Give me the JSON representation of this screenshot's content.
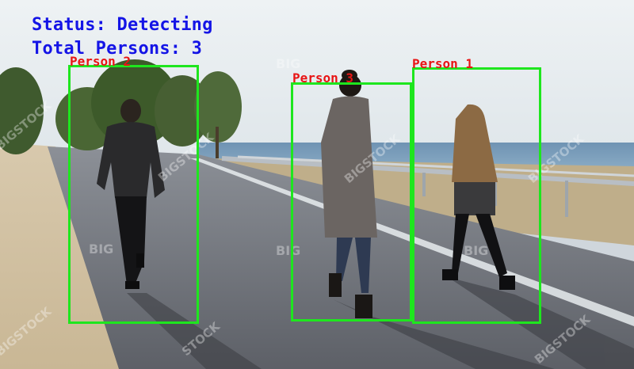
{
  "overlay": {
    "status_text": "Status: Detecting",
    "count_text": "Total Persons: 3",
    "status_color": "#1414e6"
  },
  "detections": [
    {
      "label": "Person 1"
    },
    {
      "label": "Person 2"
    },
    {
      "label": "Person 3"
    }
  ],
  "colors": {
    "box": "#1ee61e",
    "label": "#e81414"
  },
  "watermark": "BIGSTOCK"
}
